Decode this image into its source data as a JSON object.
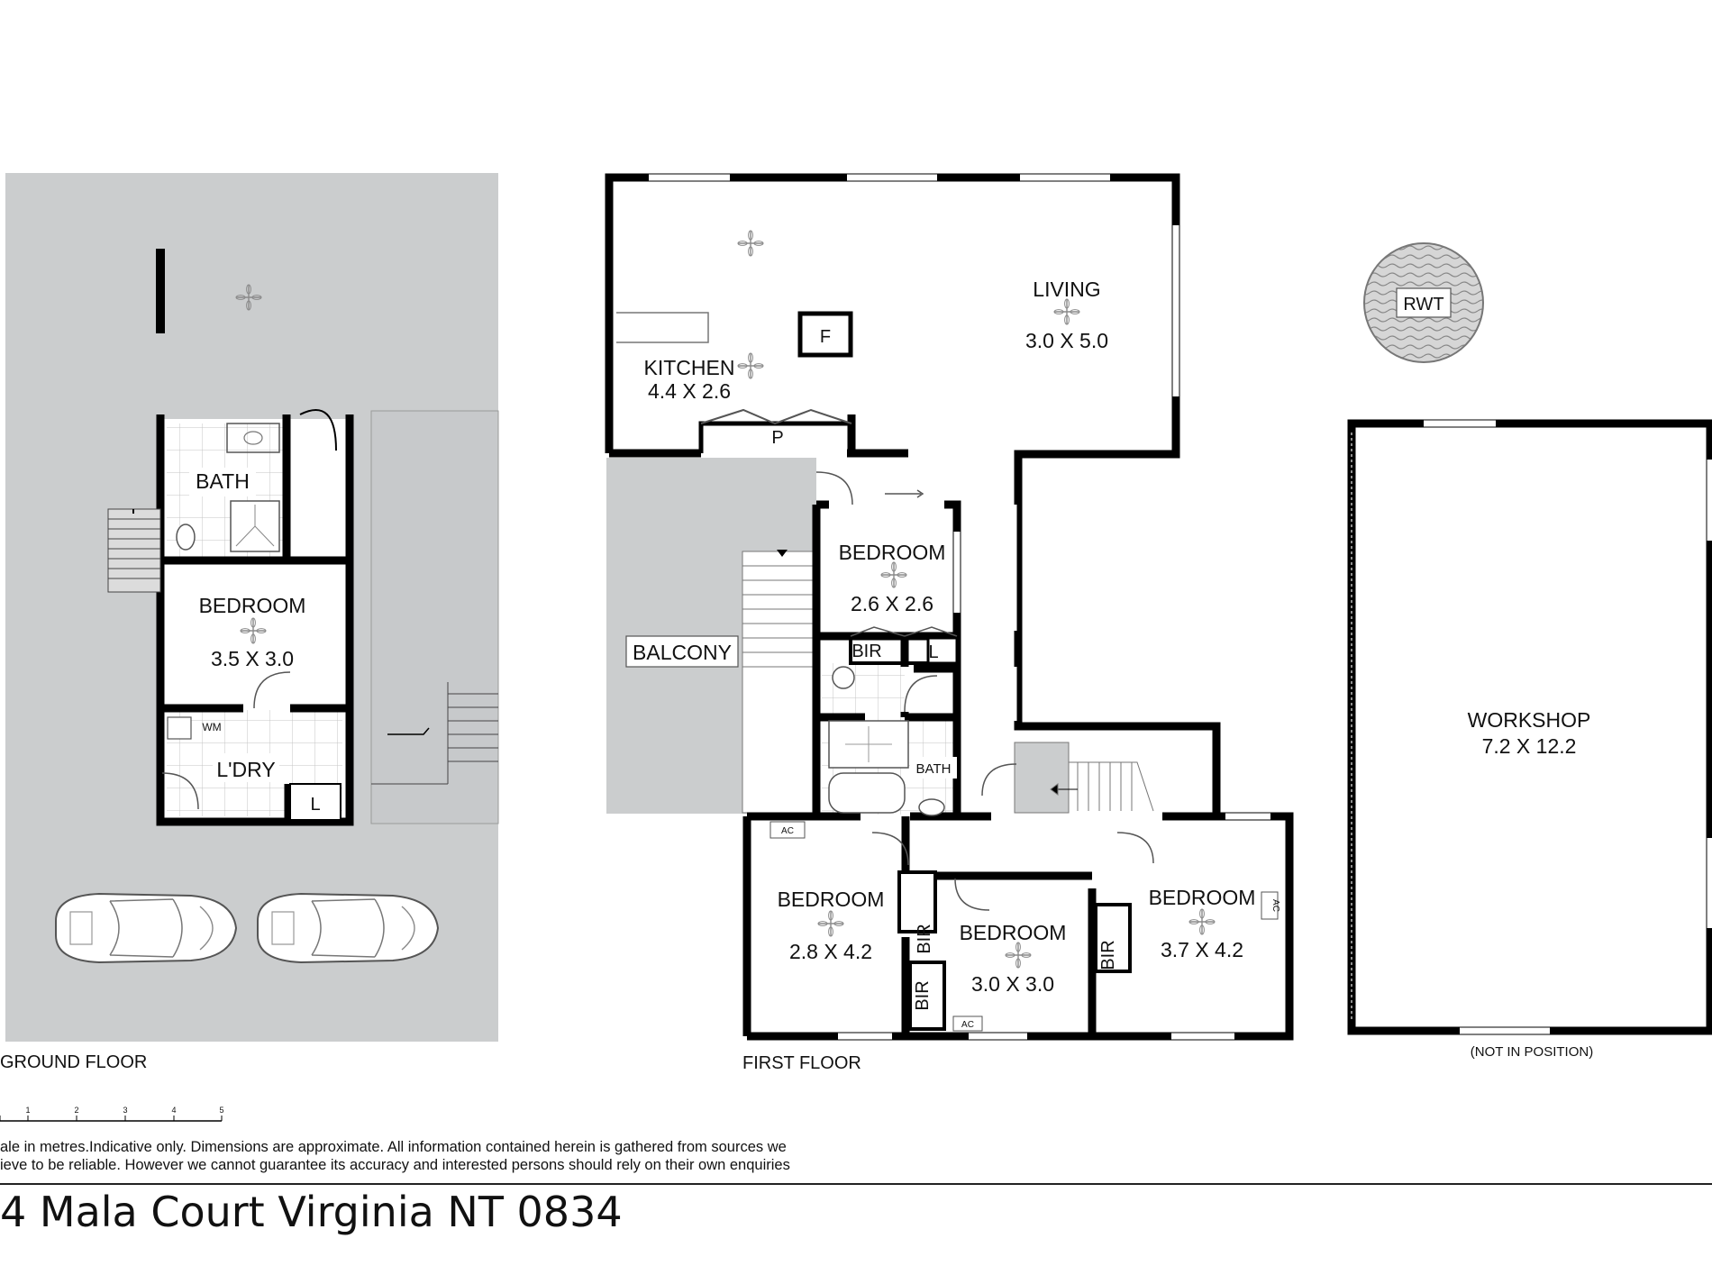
{
  "property": {
    "address": "4 Mala Court Virginia NT 0834"
  },
  "disclaimer": {
    "line1": "ale in metres.Indicative only. Dimensions are approximate. All information contained herein is gathered from sources we",
    "line2": "ieve to be reliable. However we cannot guarantee its accuracy and interested persons should rely on their own enquiries"
  },
  "scale": {
    "ticks": [
      "1",
      "2",
      "3",
      "4",
      "5"
    ]
  },
  "floors": {
    "ground": "GROUND FLOOR",
    "first": "FIRST FLOOR"
  },
  "ground_floor": {
    "bath": "BATH",
    "bedroom": {
      "name": "BEDROOM",
      "size": "3.5 X 3.0"
    },
    "laundry": "L'DRY",
    "washing_machine": "WM",
    "linen": "L"
  },
  "first_floor": {
    "living": {
      "name": "LIVING",
      "size": "3.0 X 5.0"
    },
    "kitchen": {
      "name": "KITCHEN",
      "size": "4.4 X 2.6"
    },
    "fridge": "F",
    "pantry": "P",
    "balcony": "BALCONY",
    "bedroom_small": {
      "name": "BEDROOM",
      "size": "2.6 X 2.6"
    },
    "bir": "BIR",
    "linen": "L",
    "bath": "BATH",
    "bedroom_left": {
      "name": "BEDROOM",
      "size": "2.8 X 4.2"
    },
    "bedroom_middle": {
      "name": "BEDROOM",
      "size": "3.0 X 3.0"
    },
    "bedroom_right": {
      "name": "BEDROOM",
      "size": "3.7 X 4.2"
    },
    "ac": "AC"
  },
  "outbuildings": {
    "tank": "RWT",
    "workshop": {
      "name": "WORKSHOP",
      "size": "7.2 X 12.2"
    },
    "note": "(NOT IN POSITION)"
  }
}
